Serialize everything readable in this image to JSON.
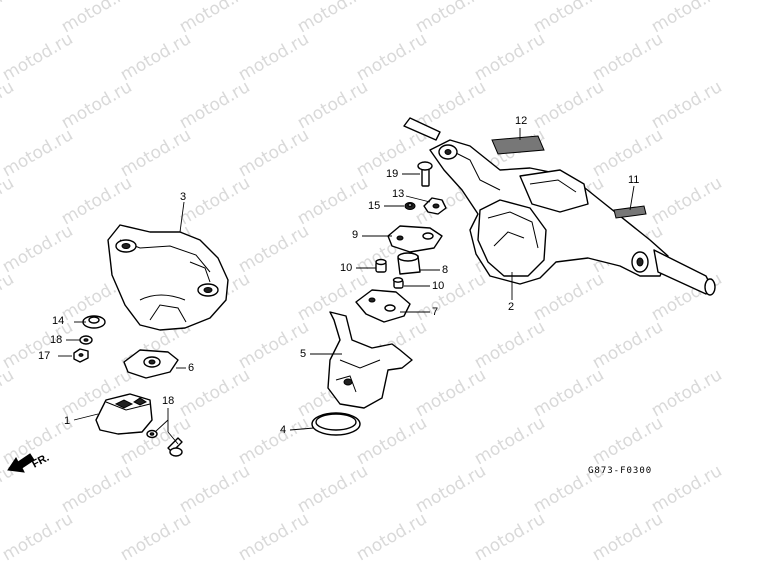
{
  "watermark": "motod.ru",
  "diagram_code": "G873-F0300",
  "direction_label": "FR.",
  "callouts": {
    "c1": "1",
    "c2": "2",
    "c3": "3",
    "c4": "4",
    "c5": "5",
    "c6": "6",
    "c7": "7",
    "c8": "8",
    "c9": "9",
    "c10a": "10",
    "c10b": "10",
    "c11": "11",
    "c12": "12",
    "c13": "13",
    "c14": "14",
    "c15": "15",
    "c17": "17",
    "c18a": "18",
    "c18b": "18",
    "c19": "19"
  }
}
